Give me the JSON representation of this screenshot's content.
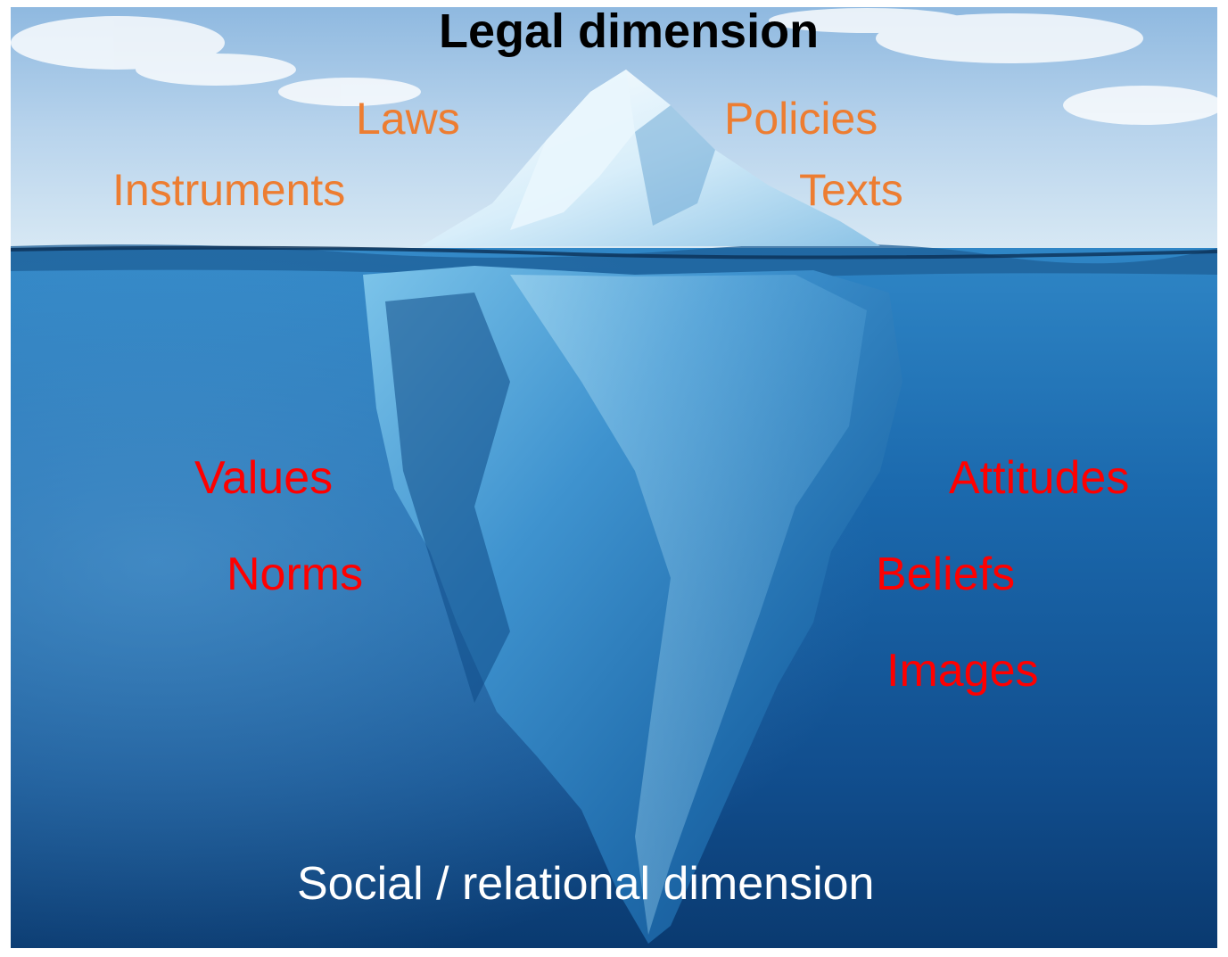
{
  "title": "Legal dimension",
  "above_water": [
    "Laws",
    "Policies",
    "Instruments",
    "Texts"
  ],
  "below_water": [
    "Values",
    "Attitudes",
    "Norms",
    "Beliefs",
    "Images"
  ],
  "bottom_caption": "Social / relational dimension",
  "colors": {
    "title": "#000000",
    "above_water_labels": "#ed7d31",
    "below_water_labels": "#ff0000",
    "bottom_caption": "#ffffff",
    "sky_top": "#a9c9e6",
    "ocean_deep": "#0c3e7a"
  }
}
